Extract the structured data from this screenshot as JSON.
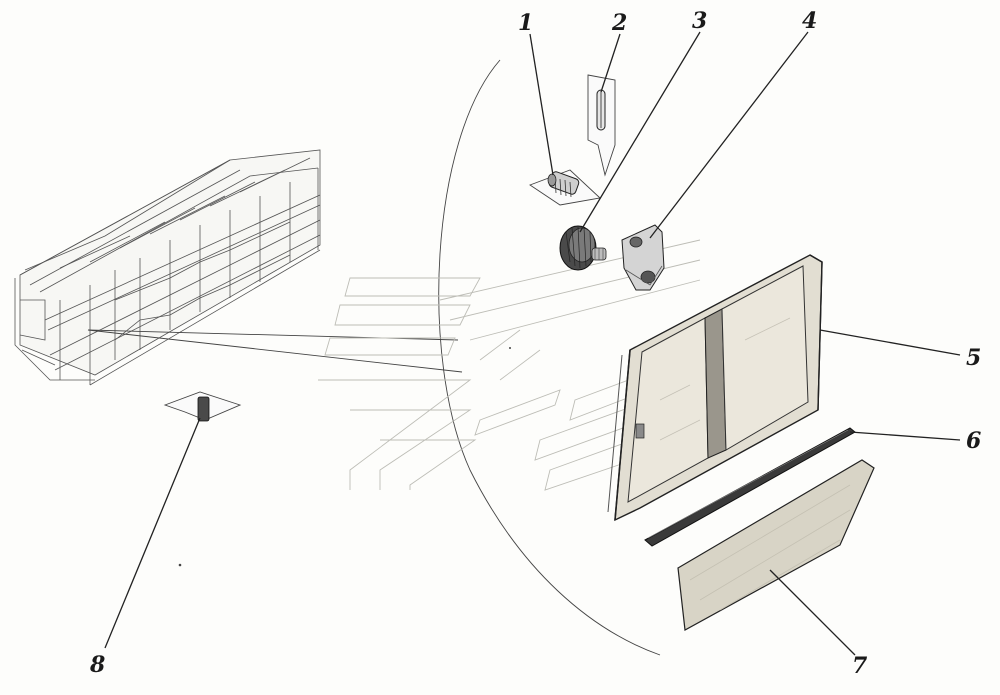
{
  "diagram": {
    "callouts": [
      {
        "id": "1",
        "label": "1"
      },
      {
        "id": "2",
        "label": "2"
      },
      {
        "id": "3",
        "label": "3"
      },
      {
        "id": "4",
        "label": "4"
      },
      {
        "id": "5",
        "label": "5"
      },
      {
        "id": "6",
        "label": "6"
      },
      {
        "id": "7",
        "label": "7"
      },
      {
        "id": "8",
        "label": "8"
      }
    ]
  },
  "colors": {
    "line": "#222222",
    "glass": "#e4e0d4",
    "frame": "#dcd8cc",
    "seal": "#3a3a3a"
  }
}
